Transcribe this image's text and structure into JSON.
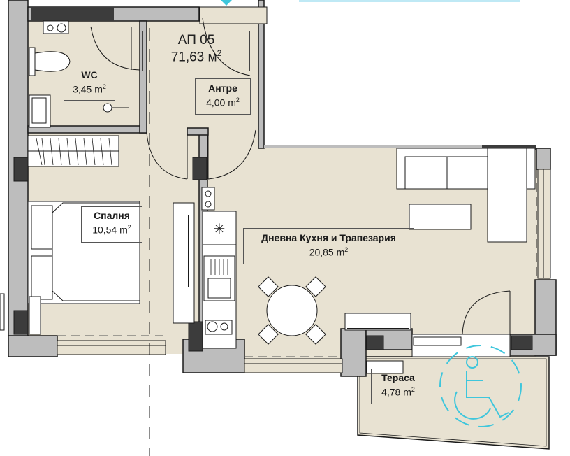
{
  "apartment": {
    "code": "АП 05",
    "total_area": "71,63",
    "total_unit": "м",
    "unit_sup": "2"
  },
  "rooms": [
    {
      "id": "wc",
      "name": "WC",
      "area": "3,45",
      "unit": "m",
      "sup": "2"
    },
    {
      "id": "antre",
      "name": "Антре",
      "area": "4,00",
      "unit": "m",
      "sup": "2"
    },
    {
      "id": "spalnya",
      "name": "Спалня",
      "area": "10,54",
      "unit": "m",
      "sup": "2"
    },
    {
      "id": "dnevna",
      "name": "Дневна Кухня и Трапезария",
      "area": "20,85",
      "unit": "m",
      "sup": "2"
    },
    {
      "id": "terasa",
      "name": "Тераса",
      "area": "4,78",
      "unit": "m",
      "sup": "2"
    }
  ],
  "colors": {
    "floor": "#e8e2d2",
    "wall_gray": "#bdbdbd",
    "column_dark": "#3c3c3c",
    "outline": "#1a1a1a",
    "accessibility_cyan": "#3ec6dc",
    "furniture": "#ffffff"
  },
  "icons": {
    "accessibility": "wheelchair-icon",
    "stove": "cooktop-icon",
    "sink": "sink-icon"
  }
}
